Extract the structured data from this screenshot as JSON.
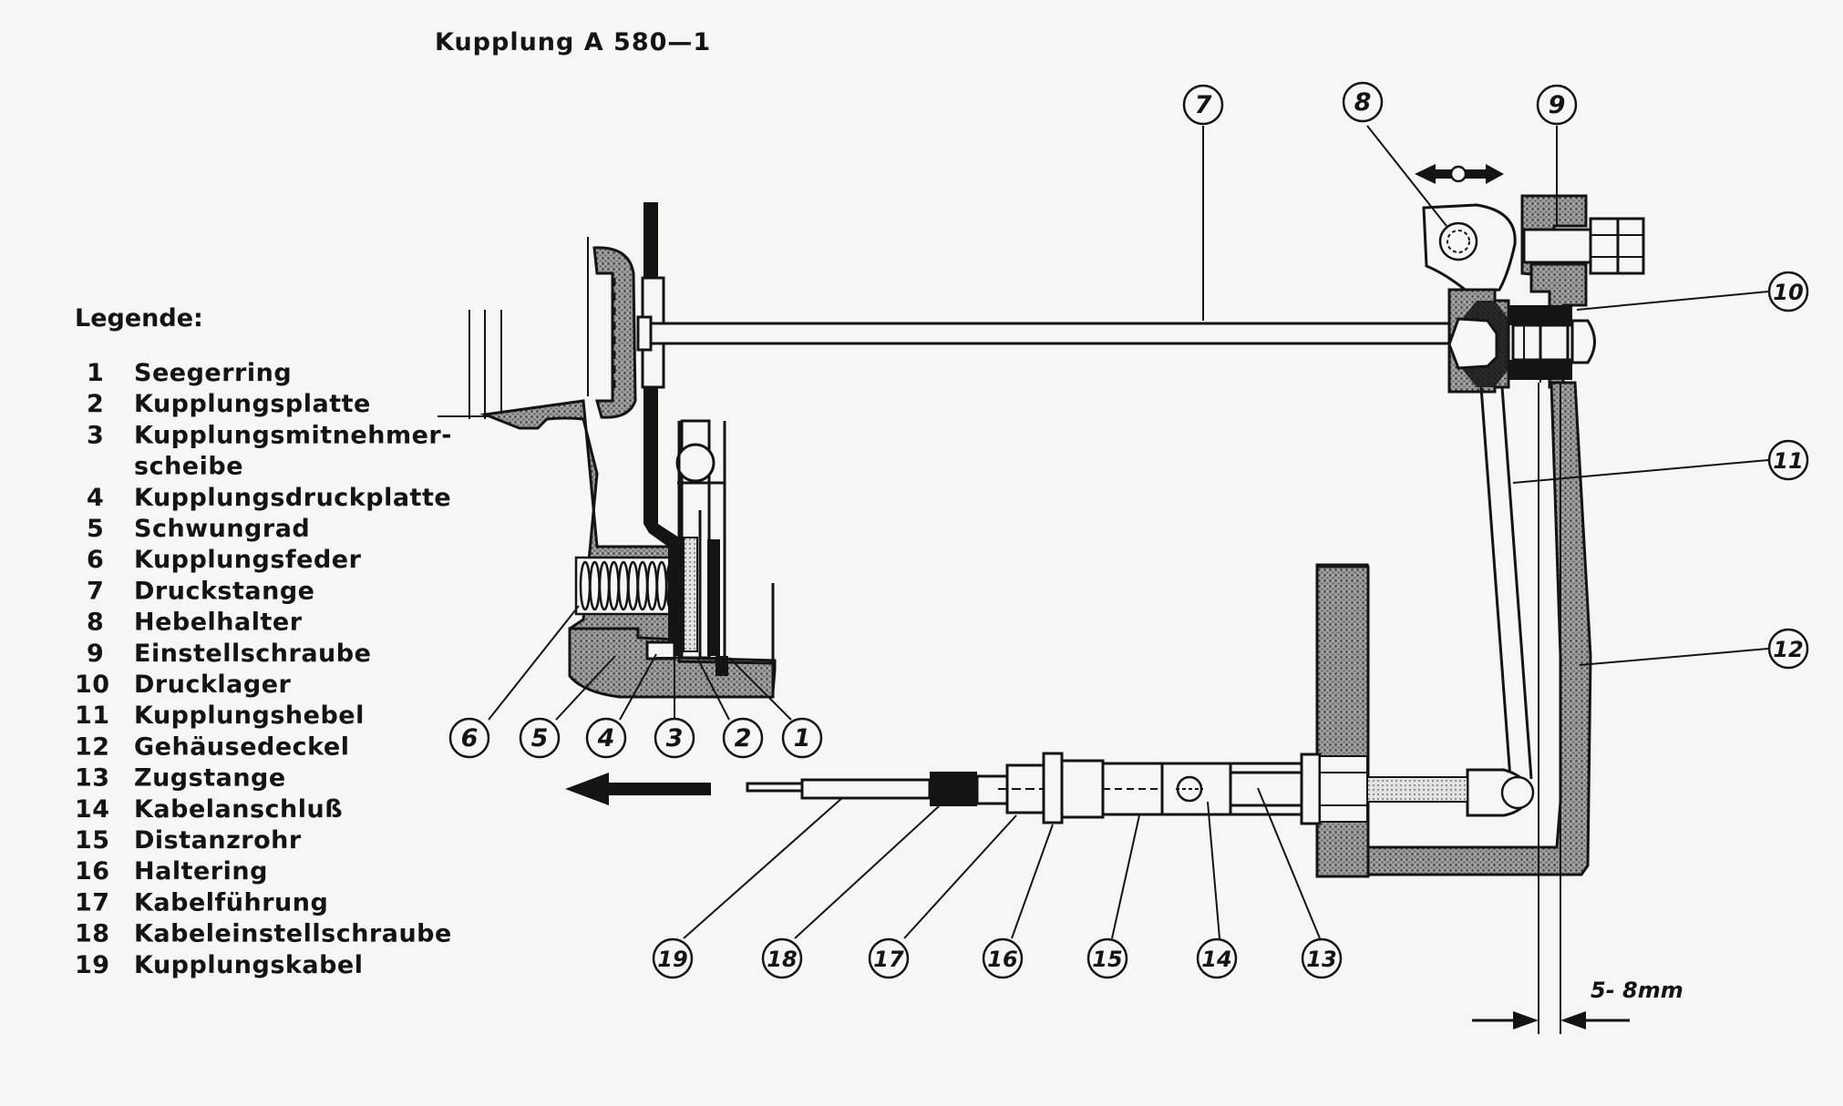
{
  "title": "Kupplung A 580—1",
  "legend": {
    "heading": "Legende:",
    "items": [
      {
        "num": "1",
        "label": "Seegerring"
      },
      {
        "num": "2",
        "label": "Kupplungsplatte"
      },
      {
        "num": "3",
        "label": "Kupplungsmitnehmer-"
      },
      {
        "num": "",
        "label": "scheibe"
      },
      {
        "num": "4",
        "label": "Kupplungsdruckplatte"
      },
      {
        "num": "5",
        "label": "Schwungrad"
      },
      {
        "num": "6",
        "label": "Kupplungsfeder"
      },
      {
        "num": "7",
        "label": "Druckstange"
      },
      {
        "num": "8",
        "label": "Hebelhalter"
      },
      {
        "num": "9",
        "label": "Einstellschraube"
      },
      {
        "num": "10",
        "label": "Drucklager"
      },
      {
        "num": "11",
        "label": "Kupplungshebel"
      },
      {
        "num": "12",
        "label": "Gehäusedeckel"
      },
      {
        "num": "13",
        "label": "Zugstange"
      },
      {
        "num": "14",
        "label": "Kabelanschluß"
      },
      {
        "num": "15",
        "label": "Distanzrohr"
      },
      {
        "num": "16",
        "label": "Haltering"
      },
      {
        "num": "17",
        "label": "Kabelführung"
      },
      {
        "num": "18",
        "label": "Kabeleinstellschraube"
      },
      {
        "num": "19",
        "label": "Kupplungskabel"
      }
    ]
  },
  "callouts": [
    "1",
    "2",
    "3",
    "4",
    "5",
    "6",
    "7",
    "8",
    "9",
    "10",
    "11",
    "12",
    "13",
    "14",
    "15",
    "16",
    "17",
    "18",
    "19"
  ],
  "dimension_label": "5- 8mm",
  "colors": {
    "ink": "#141414",
    "paper": "#f6f6f4",
    "stipple": "#8a8a8a"
  }
}
